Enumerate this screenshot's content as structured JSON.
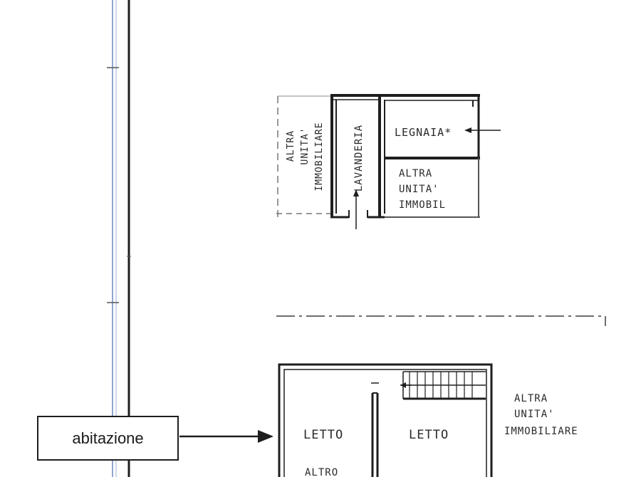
{
  "floor_plan": {
    "upper_block": {
      "left_label": [
        "ALTRA",
        "UNITA'",
        "IMMOBILIARE"
      ],
      "laundry": "LAVANDERIA",
      "woodshed": "LEGNAIA*",
      "right_label": [
        "ALTRA",
        "UNITA'",
        "IMMOBIL"
      ]
    },
    "lower_block": {
      "room_left": "LETTO",
      "room_left_sub": "ALTRO",
      "room_right": "LETTO",
      "side_label": [
        "ALTRA",
        "UNITA'",
        "IMMOBILIARE"
      ]
    }
  },
  "callout": {
    "label": "abitazione"
  },
  "colors": {
    "blue_line": "#8fa6cf",
    "ink": "#1e1e1e"
  }
}
